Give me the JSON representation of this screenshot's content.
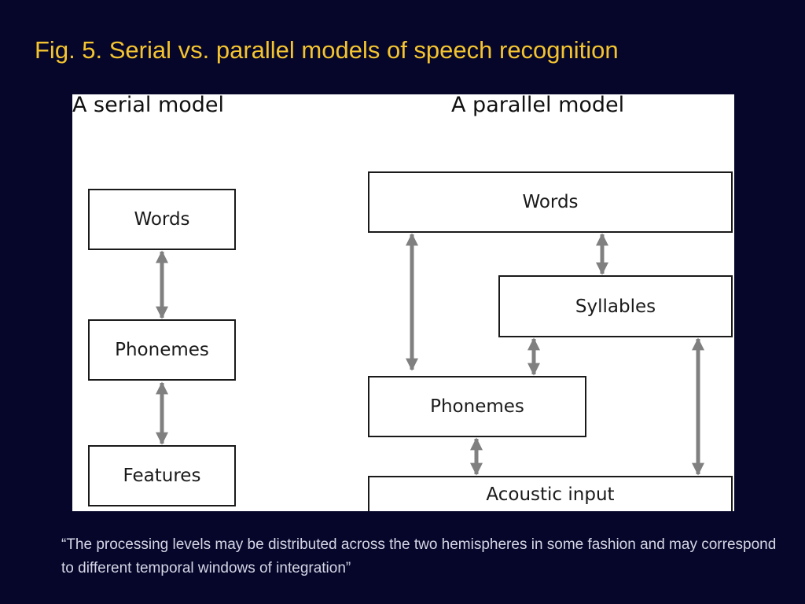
{
  "slide": {
    "title": "Fig. 5. Serial vs. parallel models of speech recognition",
    "caption": "“The processing levels may be distributed across the two hemispheres in some fashion and may correspond to different temporal windows of integration”"
  },
  "serial_model": {
    "title": "A serial model",
    "boxes": [
      "Words",
      "Phonemes",
      "Features"
    ]
  },
  "parallel_model": {
    "title": "A parallel model",
    "boxes": [
      "Words",
      "Syllables",
      "Phonemes",
      "Acoustic input"
    ]
  },
  "colors": {
    "background": "#05062a",
    "title": "#f4c430",
    "caption": "#d6d6e6",
    "arrow": "#808080"
  }
}
